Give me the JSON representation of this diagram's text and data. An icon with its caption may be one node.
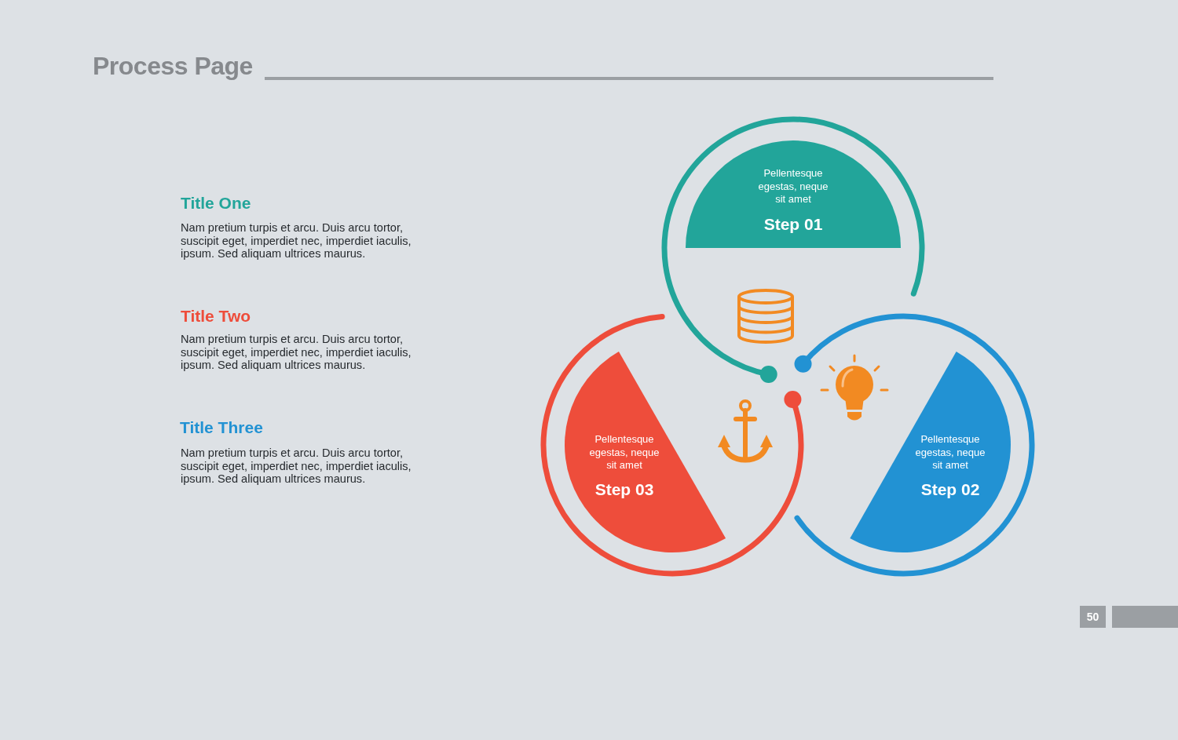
{
  "diagram": {
    "title": "Process Page",
    "nodes": [
      {
        "text": [
          "Pellentesque egestas, neque sit amet",
          "Step 01"
        ]
      },
      {
        "text": [
          "Pellentesque egestas, neque sit amet",
          "Step 02"
        ]
      },
      {
        "text": [
          "Pellentesque egestas, neque sit amet",
          "Step 03"
        ]
      }
    ],
    "labels": [
      "Title One",
      "Nam pretium turpis et arcu. Duis arcu tortor, suscipit eget, imperdiet nec, imperdiet iaculis, ipsum. Sed aliquam ultrices maurus.",
      "Title Two",
      "Nam pretium turpis et arcu. Duis arcu tortor, suscipit eget, imperdiet nec, imperdiet iaculis, ipsum. Sed aliquam ultrices maurus.",
      "Title Three",
      "Nam pretium turpis et arcu. Duis arcu tortor, suscipit eget, imperdiet nec, imperdiet iaculis, ipsum. Sed aliquam ultrices maurus.",
      "50"
    ]
  }
}
